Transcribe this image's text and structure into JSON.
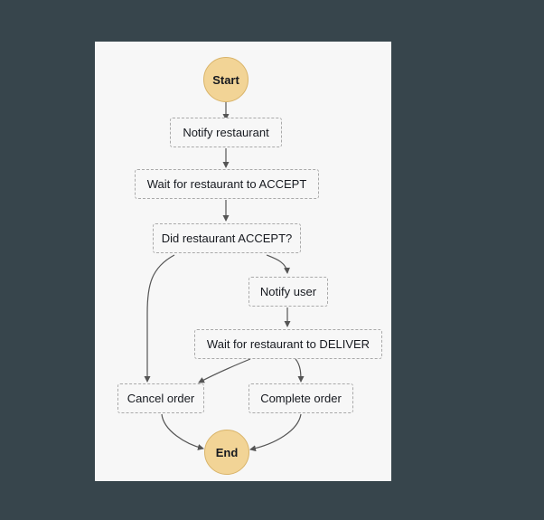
{
  "diagram": {
    "nodes": {
      "start": "Start",
      "notify_restaurant": "Notify restaurant",
      "wait_accept": "Wait for restaurant to ACCEPT",
      "did_accept": "Did restaurant ACCEPT?",
      "notify_user": "Notify user",
      "wait_deliver": "Wait for restaurant to DELIVER",
      "cancel_order": "Cancel order",
      "complete_order": "Complete order",
      "end": "End"
    },
    "edges": [
      [
        "start",
        "notify_restaurant"
      ],
      [
        "notify_restaurant",
        "wait_accept"
      ],
      [
        "wait_accept",
        "did_accept"
      ],
      [
        "did_accept",
        "cancel_order"
      ],
      [
        "did_accept",
        "notify_user"
      ],
      [
        "notify_user",
        "wait_deliver"
      ],
      [
        "wait_deliver",
        "cancel_order"
      ],
      [
        "wait_deliver",
        "complete_order"
      ],
      [
        "cancel_order",
        "end"
      ],
      [
        "complete_order",
        "end"
      ]
    ],
    "colors": {
      "start_end_fill": "#f2d496",
      "edge": "#555555"
    }
  }
}
